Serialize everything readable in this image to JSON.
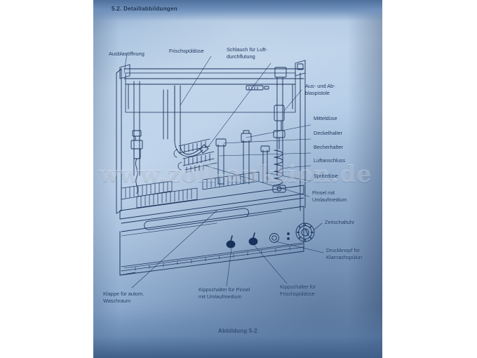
{
  "page": {
    "section_heading": "5.2. Detaillabbildungen",
    "figure_caption": "Abbildung 5-2",
    "watermark": "www.zoll-auktion.de"
  },
  "callouts": {
    "top": [
      {
        "id": "ausblasoeffnung",
        "text": "Ausblasöffnung"
      },
      {
        "id": "frischspueldüse",
        "text": "Frischspüldüse"
      },
      {
        "id": "schlauch-luftdurchflutung",
        "text": "Schlauch für Luft-\ndurchflutung"
      }
    ],
    "right": [
      {
        "id": "aus-abblaspistole",
        "text": "Aus- und Ab-\nblaspistole"
      },
      {
        "id": "mitteldüse",
        "text": "Mitteldüse"
      },
      {
        "id": "deckelhalter",
        "text": "Deckelhalter"
      },
      {
        "id": "becherhalter",
        "text": "Becherhalter"
      },
      {
        "id": "luftanschluss",
        "text": "Luftanschluss"
      },
      {
        "id": "spritzdüse",
        "text": "Spritzdüse"
      },
      {
        "id": "pinsel-umlaufmedium",
        "text": "Pinsel mit\nUmlaufmedium"
      },
      {
        "id": "zeitschaltuhr",
        "text": "Zeitschaltuhr"
      },
      {
        "id": "druckknopf-klarnachspuelung",
        "text": "Druckknopf für\nKlarnachspülun"
      }
    ],
    "bottom": [
      {
        "id": "klappe-autom-waschraum",
        "text": "Klappe für autom.\nWaschraum"
      },
      {
        "id": "kippschalter-pinsel",
        "text": "Kippschalter für Pinsel\nmit Umlaufmedium"
      },
      {
        "id": "kippschalter-frischspueldüse",
        "text": "Kippschalter für\nFrischspüldüse"
      }
    ]
  },
  "colors": {
    "paper_light": "#b9d0e8",
    "paper_dark": "#5f80aa",
    "ink": "#15305a",
    "watermark": "rgba(255,255,255,.30)"
  }
}
